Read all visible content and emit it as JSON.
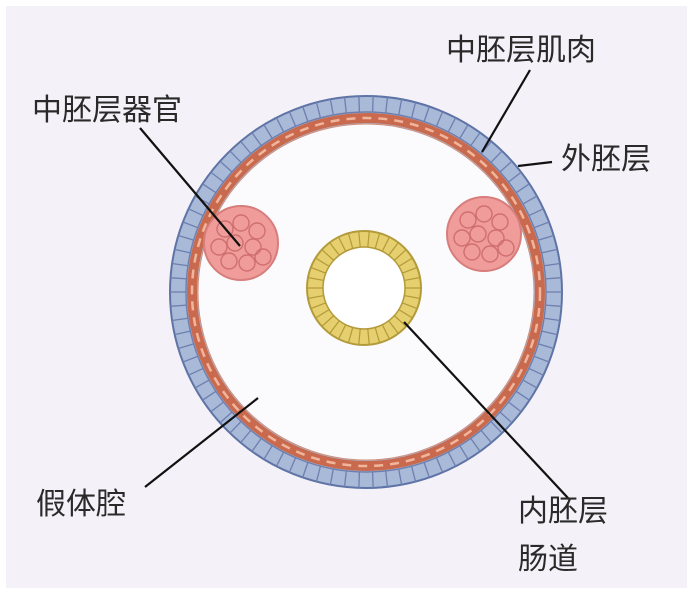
{
  "labels": {
    "mesoderm_muscle": "中胚层肌肉",
    "mesoderm_organ": "中胚层器官",
    "ectoderm": "外胚层",
    "pseudocoelom": "假体腔",
    "endoderm": "内胚层",
    "intestine": "肠道"
  },
  "colors": {
    "background": "#f4f2f8",
    "ectoderm_cells": "#a9b9d8",
    "mesoderm_muscle": "#c96a4e",
    "organ_fill": "#ef9c9a",
    "gut_cells": "#e6cf6e",
    "leader_line": "#111111"
  }
}
